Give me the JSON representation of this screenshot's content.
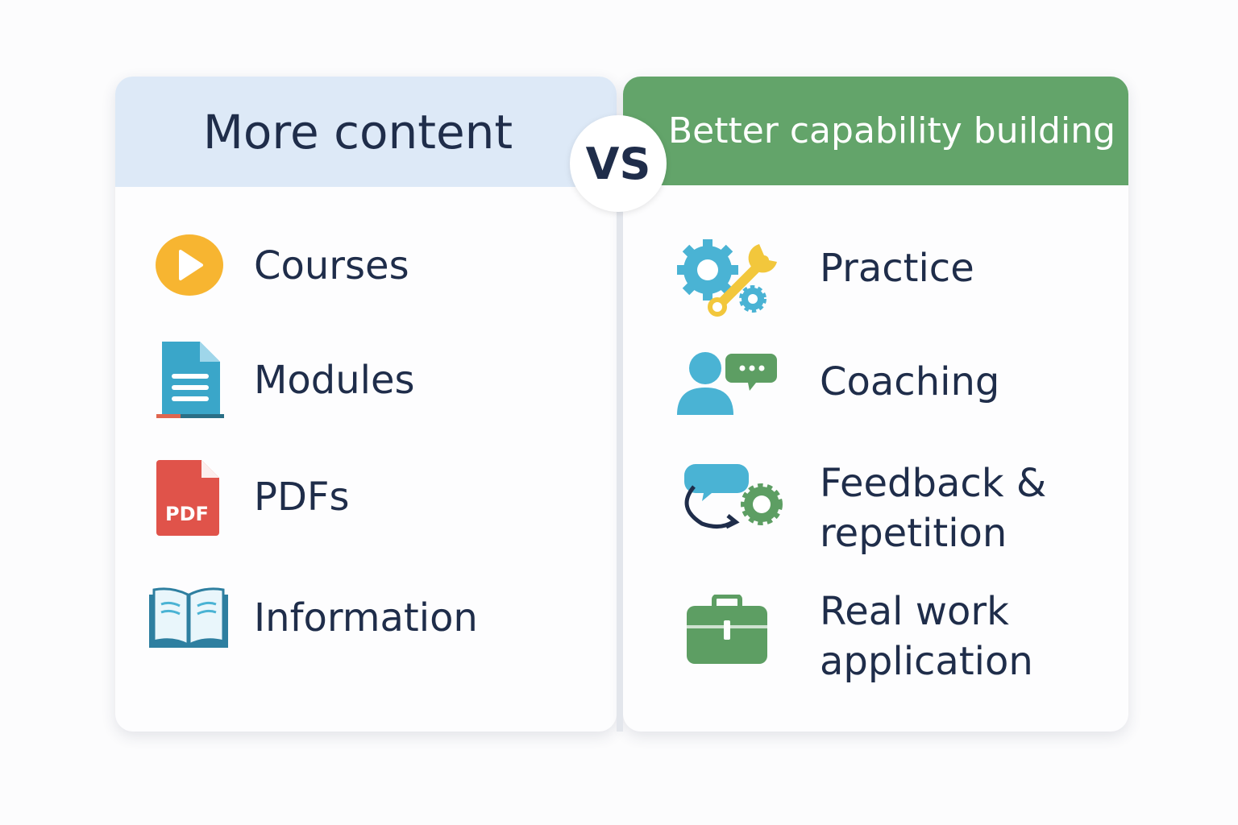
{
  "left": {
    "title": "More content",
    "items": [
      {
        "label": "Courses",
        "icon": "play-icon"
      },
      {
        "label": "Modules",
        "icon": "document-icon"
      },
      {
        "label": "PDFs",
        "icon": "pdf-icon",
        "badge": "PDF"
      },
      {
        "label": "Information",
        "icon": "book-icon"
      }
    ]
  },
  "vs": "VS",
  "right": {
    "title": "Better capability building",
    "items": [
      {
        "label": "Practice",
        "icon": "gears-wrench-icon"
      },
      {
        "label": "Coaching",
        "icon": "person-chat-icon"
      },
      {
        "label": "Feedback & repetition",
        "icon": "feedback-cycle-icon"
      },
      {
        "label": "Real work application",
        "icon": "briefcase-icon"
      }
    ]
  },
  "colors": {
    "left_header": "#dde9f7",
    "right_header": "#63a46a",
    "text": "#1f2d4a",
    "orange": "#f7b531",
    "blue": "#4ab3d4",
    "red": "#e0534a",
    "green": "#5d9e63"
  }
}
